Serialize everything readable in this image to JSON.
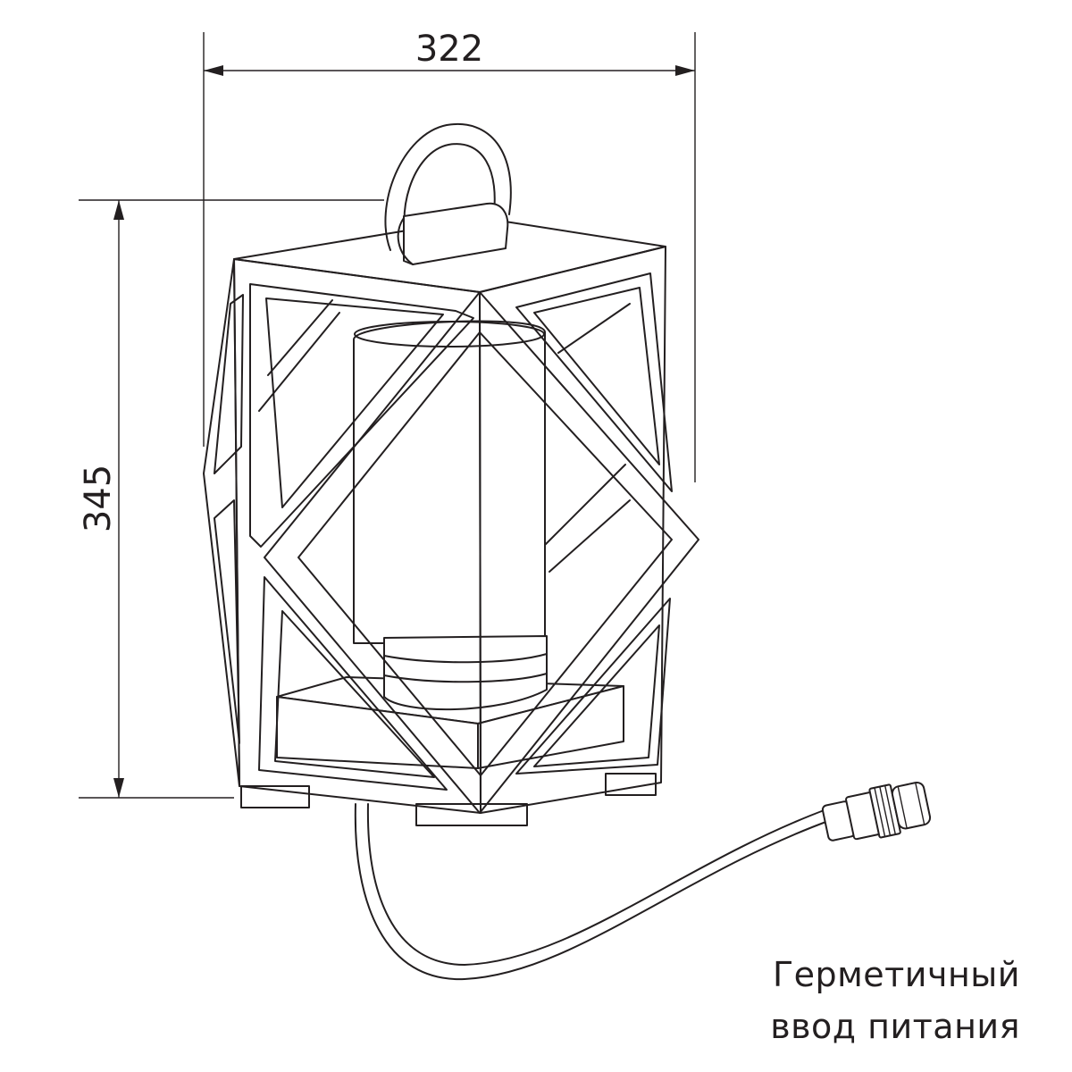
{
  "dimensions": {
    "width_label": "322",
    "height_label": "345"
  },
  "note": {
    "line1": "Герметичный",
    "line2": "ввод питания"
  }
}
